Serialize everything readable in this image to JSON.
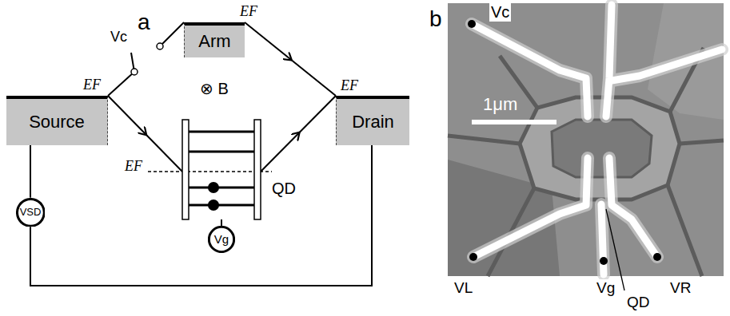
{
  "diagram": {
    "nodes": [
      {
        "text": [
          "Arm"
        ]
      },
      {
        "text": [
          "Source"
        ]
      },
      {
        "text": [
          "Drain"
        ]
      },
      {
        "text": [
          "QD"
        ]
      },
      {
        "text": [
          "VSD"
        ]
      },
      {
        "text": [
          "Vg"
        ]
      }
    ],
    "edges": [
      {
        "from": 1,
        "to": 0,
        "arrow": "none"
      },
      {
        "from": 0,
        "to": 2,
        "arrow": "to"
      },
      {
        "from": 1,
        "to": 3,
        "arrow": "to"
      },
      {
        "from": 3,
        "to": 2,
        "arrow": "to"
      },
      {
        "from": 4,
        "to": 1,
        "arrow": "none"
      },
      {
        "from": 4,
        "to": 2,
        "arrow": "none"
      },
      {
        "from": 5,
        "to": 3,
        "arrow": "none"
      }
    ],
    "labels": [
      "a",
      "Vc",
      "EF",
      "EF",
      "EF",
      "EF",
      "⊗ B",
      "b",
      "Vc",
      "1μm",
      "VL",
      "Vg",
      "QD",
      "VR"
    ]
  }
}
